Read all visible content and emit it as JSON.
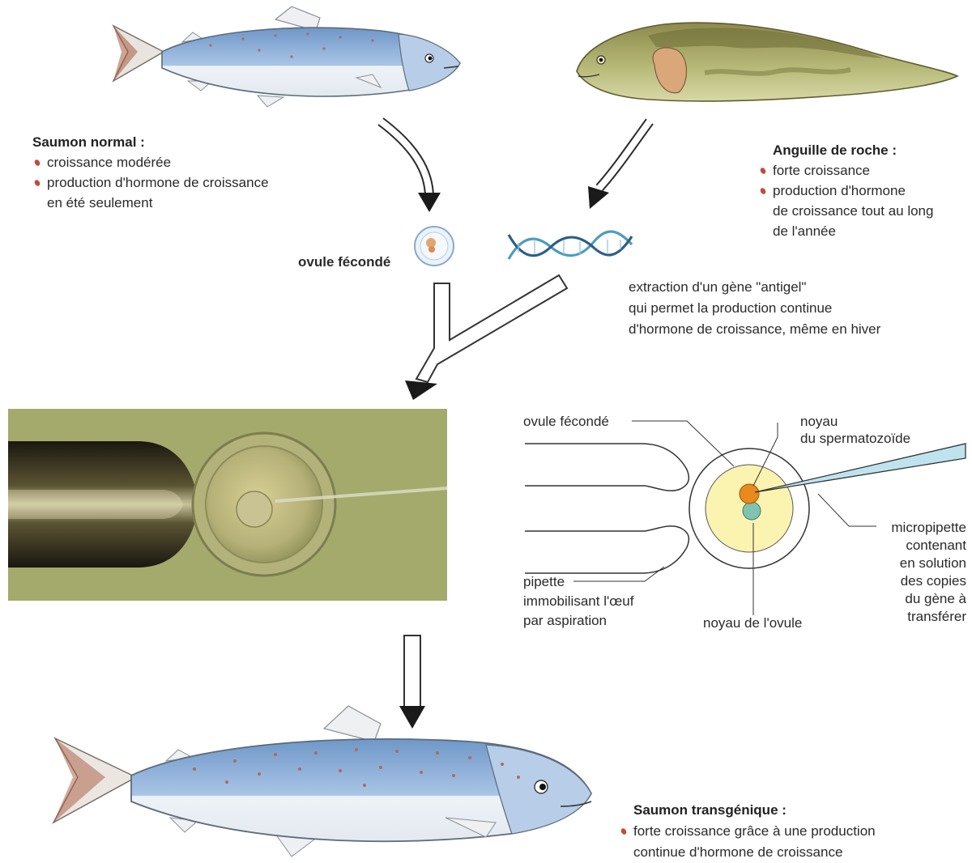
{
  "normal_salmon": {
    "title": "Saumon normal :",
    "items": [
      "croissance modérée",
      "production d'hormone de croissance",
      "en été seulement"
    ]
  },
  "rock_eel": {
    "title": "Anguille de roche :",
    "items": [
      "forte croissance",
      "production d'hormone",
      "de croissance tout au long",
      "de l'année"
    ]
  },
  "fertilized_egg_label": "ovule fécondé",
  "extraction_text": [
    "extraction d'un gène \"antigel\"",
    "qui permet la production continue",
    "d'hormone de croissance, même en hiver"
  ],
  "schema": {
    "ovule": "ovule fécondé",
    "noyau_sperm": [
      "noyau",
      "du spermatozoïde"
    ],
    "micropipette": [
      "micropipette",
      "contenant",
      "en solution",
      "des copies",
      "du gène à",
      "transférer"
    ],
    "pipette": [
      "pipette",
      "immobilisant l'œuf",
      "par aspiration"
    ],
    "noyau_ovule": "noyau de l'ovule"
  },
  "transgenic_salmon": {
    "title": "Saumon transgénique :",
    "items": [
      "forte croissance grâce à une production",
      "continue d'hormone de croissance"
    ]
  },
  "colors": {
    "salmon_blue": "#8fb3dc",
    "salmon_belly": "#f3f6fa",
    "eel_green": "#a5a768",
    "bullet_red": "#c24a3c",
    "photo_olive": "#a4aa6c",
    "cytoplasm_yellow": "#fbf3b0",
    "sperm_nucleus": "#e88a1e",
    "egg_nucleus": "#7fc3b0",
    "pipette_blue": "#bfe3ee"
  }
}
